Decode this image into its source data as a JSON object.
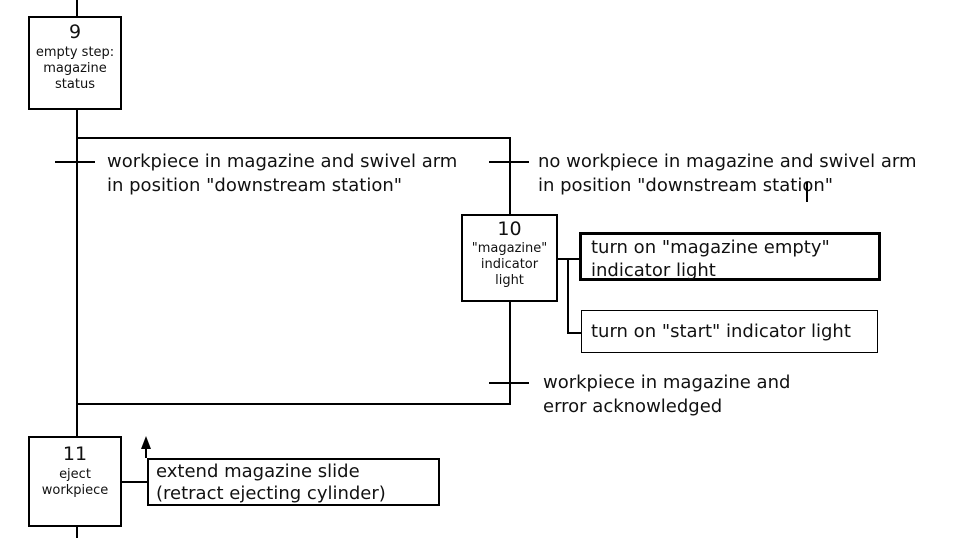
{
  "colors": {
    "background": "#ffffff",
    "line": "#000000",
    "text": "#111111"
  },
  "steps": {
    "s9": {
      "number": "9",
      "lines": [
        "empty step:",
        "magazine",
        "status"
      ]
    },
    "s10": {
      "number": "10",
      "lines": [
        "\"magazine\"",
        "indicator",
        "light"
      ]
    },
    "s11": {
      "number": "11",
      "lines": [
        "eject",
        "workpiece"
      ]
    }
  },
  "transitions": {
    "t_left": {
      "lines": [
        "workpiece in magazine and swivel arm",
        "in position \"downstream station\""
      ]
    },
    "t_right": {
      "lines": [
        "no workpiece in magazine and swivel arm",
        "in position \"downstream station\""
      ]
    },
    "t_error": {
      "lines": [
        "workpiece in magazine and",
        "error acknowledged"
      ]
    }
  },
  "actions": {
    "magazine_empty": {
      "lines": [
        "turn on \"magazine empty\"",
        "indicator light"
      ]
    },
    "start_light": {
      "lines": [
        "turn on \"start\" indicator light"
      ]
    },
    "extend_slide": {
      "lines": [
        "extend magazine slide",
        "(retract ejecting cylinder)"
      ]
    }
  }
}
